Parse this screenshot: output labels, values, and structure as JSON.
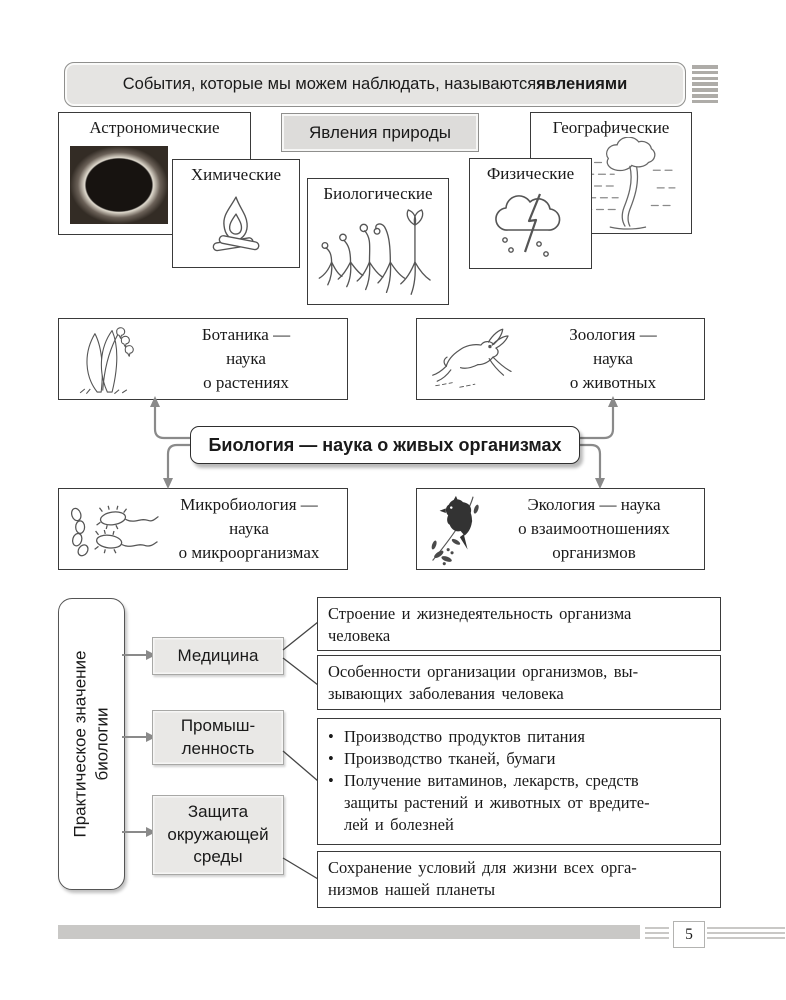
{
  "top_banner": {
    "text": "События, которые мы можем наблюдать, называются ",
    "text_bold": "явлениями"
  },
  "phenomena": {
    "center_label": "Явления природы",
    "categories": [
      {
        "label": "Астрономические",
        "icon": "solar-eclipse-photo"
      },
      {
        "label": "Химические",
        "icon": "campfire-drawing"
      },
      {
        "label": "Биологические",
        "icon": "sprouting-seedlings-drawing"
      },
      {
        "label": "Физические",
        "icon": "storm-cloud-lightning-drawing"
      },
      {
        "label": "Географические",
        "icon": "tree-in-wind-drawing"
      }
    ]
  },
  "sciences": {
    "banner": "Биология — наука о живых организмах",
    "branches": [
      {
        "label": "Ботаника —\nнаука\nо растениях",
        "icon": "lily-of-the-valley-drawing"
      },
      {
        "label": "Зоология —\nнаука\nо животных",
        "icon": "running-hare-drawing"
      },
      {
        "label": "Микробиология —\nнаука\nо микроорганизмах",
        "icon": "bacteria-drawing"
      },
      {
        "label": "Экология — наука\nо взаимоотношениях\nорганизмов",
        "icon": "bird-on-branch-drawing"
      }
    ]
  },
  "practical": {
    "title": "Практическое значение\nбиологии",
    "bullet_char": "•",
    "areas": [
      {
        "label": "Медицина"
      },
      {
        "label": "Промыш-\nленность"
      },
      {
        "label": "Защита\nокружающей\nсреды"
      }
    ],
    "outcomes": {
      "medicine_1": "Строение и жизнедеятельность организма\nчеловека",
      "medicine_2": "Особенности организации организмов, вы-\nзывающих заболевания человека",
      "industry_bullets": [
        "Производство продуктов питания",
        "Производство тканей, бумаги",
        "Получение витаминов, лекарств, средств\nзащиты растений и животных от вредите-\nлей и болезней"
      ],
      "environment_1": "Сохранение условий для жизни всех орга-\nнизмов нашей планеты"
    }
  },
  "footer": {
    "page_number": "5"
  }
}
